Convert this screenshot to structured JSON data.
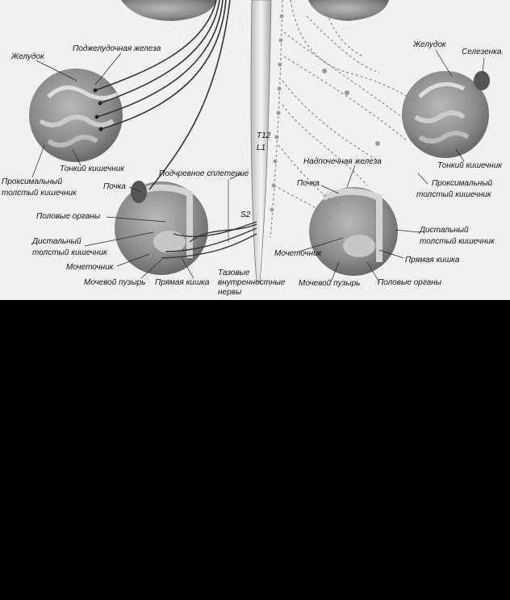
{
  "left": {
    "zheludok": "Желудок",
    "podzheludochnaya": "Поджелудочная железа",
    "proksimalny_1": "Проксимальный",
    "proksimalny_2": "толстый кишечник",
    "tonkiy": "Тонкий кишечник",
    "pochka": "Почка",
    "polovye": "Половые органы",
    "distalny_1": "Дистальный",
    "distalny_2": "толстый кишечник",
    "mochetochnik": "Мочеточник",
    "mochevoy": "Мочевой пузырь",
    "pryamaya": "Прямая кишка"
  },
  "center": {
    "podchrevnoe": "Подчревное сплетение",
    "t12": "T12",
    "l1": "L1",
    "s2": "S2",
    "tazovye_1": "Тазовые",
    "tazovye_2": "внутренностные",
    "tazovye_3": "нервы"
  },
  "right": {
    "zheludok": "Желудок",
    "selezenka": "Селезенка",
    "tonkiy": "Тонкий кишечник",
    "proksimalny_1": "Проксимальный",
    "proksimalny_2": "толстый кишечник",
    "nadpochechnaya": "Надпочечная железа",
    "pochka": "Почка",
    "distalny_1": "Дистальный",
    "distalny_2": "толстый кишечник",
    "mochetochnik": "Мочеточник",
    "pryamaya": "Прямая кишка",
    "mochevoy": "Мочевой пузырь",
    "polovye": "Половые органы"
  },
  "colors": {
    "paper": "#f1f1f1",
    "organ": "#8a8a8a",
    "nerve": "#333333",
    "background_lower": "#000000"
  }
}
